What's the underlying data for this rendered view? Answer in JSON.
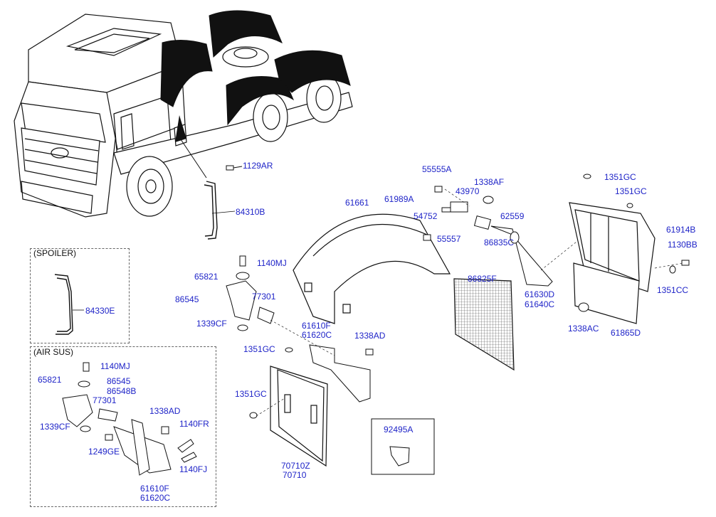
{
  "boxes": {
    "spoiler_title": "(SPOILER)",
    "air_sus_title": "(AIR SUS)"
  },
  "labels": {
    "p1129AR": "1129AR",
    "p84310B": "84310B",
    "p84330E": "84330E",
    "p1140MJ_a": "1140MJ",
    "p65821_a": "65821",
    "p86545_a": "86545",
    "p77301_a": "77301",
    "p1339CF_a": "1339CF",
    "p61661": "61661",
    "p55555A": "55555A",
    "p61989A": "61989A",
    "p43970": "43970",
    "p1338AF": "1338AF",
    "p54752": "54752",
    "p55557": "55557",
    "p62559": "62559",
    "p86835C": "86835C",
    "p86825F": "86825F",
    "p61630D": "61630D",
    "p61640C": "61640C",
    "p1351GC_a": "1351GC",
    "p1351GC_b": "1351GC",
    "p61914B": "61914B",
    "p1130BB": "1130BB",
    "p1351CC": "1351CC",
    "p1338AC": "1338AC",
    "p61865D": "61865D",
    "p61610F_a": "61610F",
    "p61620C_a": "61620C",
    "p1338AD_a": "1338AD",
    "p1351GC_c": "1351GC",
    "p1351GC_d": "1351GC",
    "p70710Z": "70710Z",
    "p70710": "70710",
    "p92495A": "92495A",
    "p1140MJ_b": "1140MJ",
    "p65821_b": "65821",
    "p86545_b": "86545",
    "p86548B": "86548B",
    "p77301_b": "77301",
    "p1338AD_b": "1338AD",
    "p1339CF_b": "1339CF",
    "p1140FR": "1140FR",
    "p1249GE": "1249GE",
    "p1140FJ": "1140FJ",
    "p61610F_b": "61610F",
    "p61620C_b": "61620C"
  }
}
